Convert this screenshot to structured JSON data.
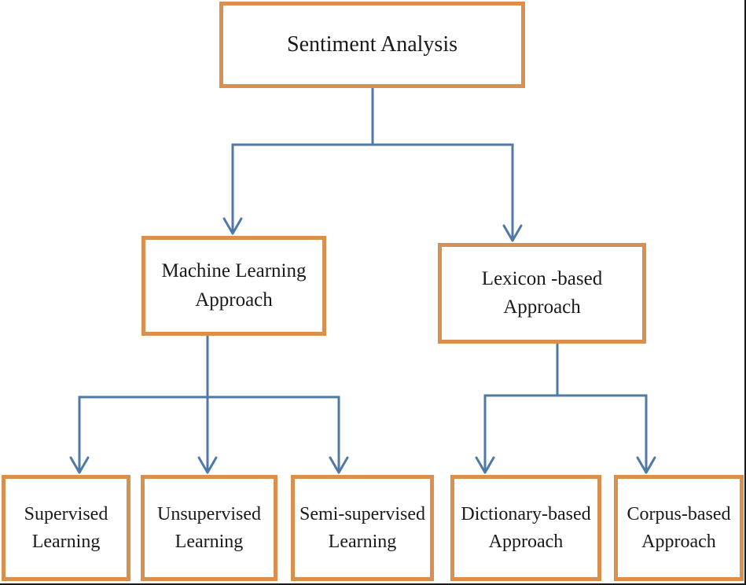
{
  "diagram": {
    "colors": {
      "box_border": "#d9904f",
      "connector": "#4f7aa6",
      "text": "#1a1a1a",
      "background": "#ffffff"
    },
    "nodes": {
      "root": {
        "lines": [
          "Sentiment Analysis"
        ]
      },
      "machine_learning": {
        "lines": [
          "Machine Learning",
          "Approach"
        ]
      },
      "lexicon": {
        "lines": [
          "Lexicon -based",
          "Approach"
        ]
      },
      "supervised": {
        "lines": [
          "Supervised",
          "Learning"
        ]
      },
      "unsupervised": {
        "lines": [
          "Unsupervised",
          "Learning"
        ]
      },
      "semi_supervised": {
        "lines": [
          "Semi-supervised",
          "Learning"
        ]
      },
      "dictionary": {
        "lines": [
          "Dictionary-based",
          "Approach"
        ]
      },
      "corpus": {
        "lines": [
          "Corpus-based",
          "Approach"
        ]
      }
    },
    "edges": [
      {
        "from": "root",
        "to": "machine_learning"
      },
      {
        "from": "root",
        "to": "lexicon"
      },
      {
        "from": "machine_learning",
        "to": "supervised"
      },
      {
        "from": "machine_learning",
        "to": "unsupervised"
      },
      {
        "from": "machine_learning",
        "to": "semi_supervised"
      },
      {
        "from": "lexicon",
        "to": "dictionary"
      },
      {
        "from": "lexicon",
        "to": "corpus"
      }
    ]
  }
}
